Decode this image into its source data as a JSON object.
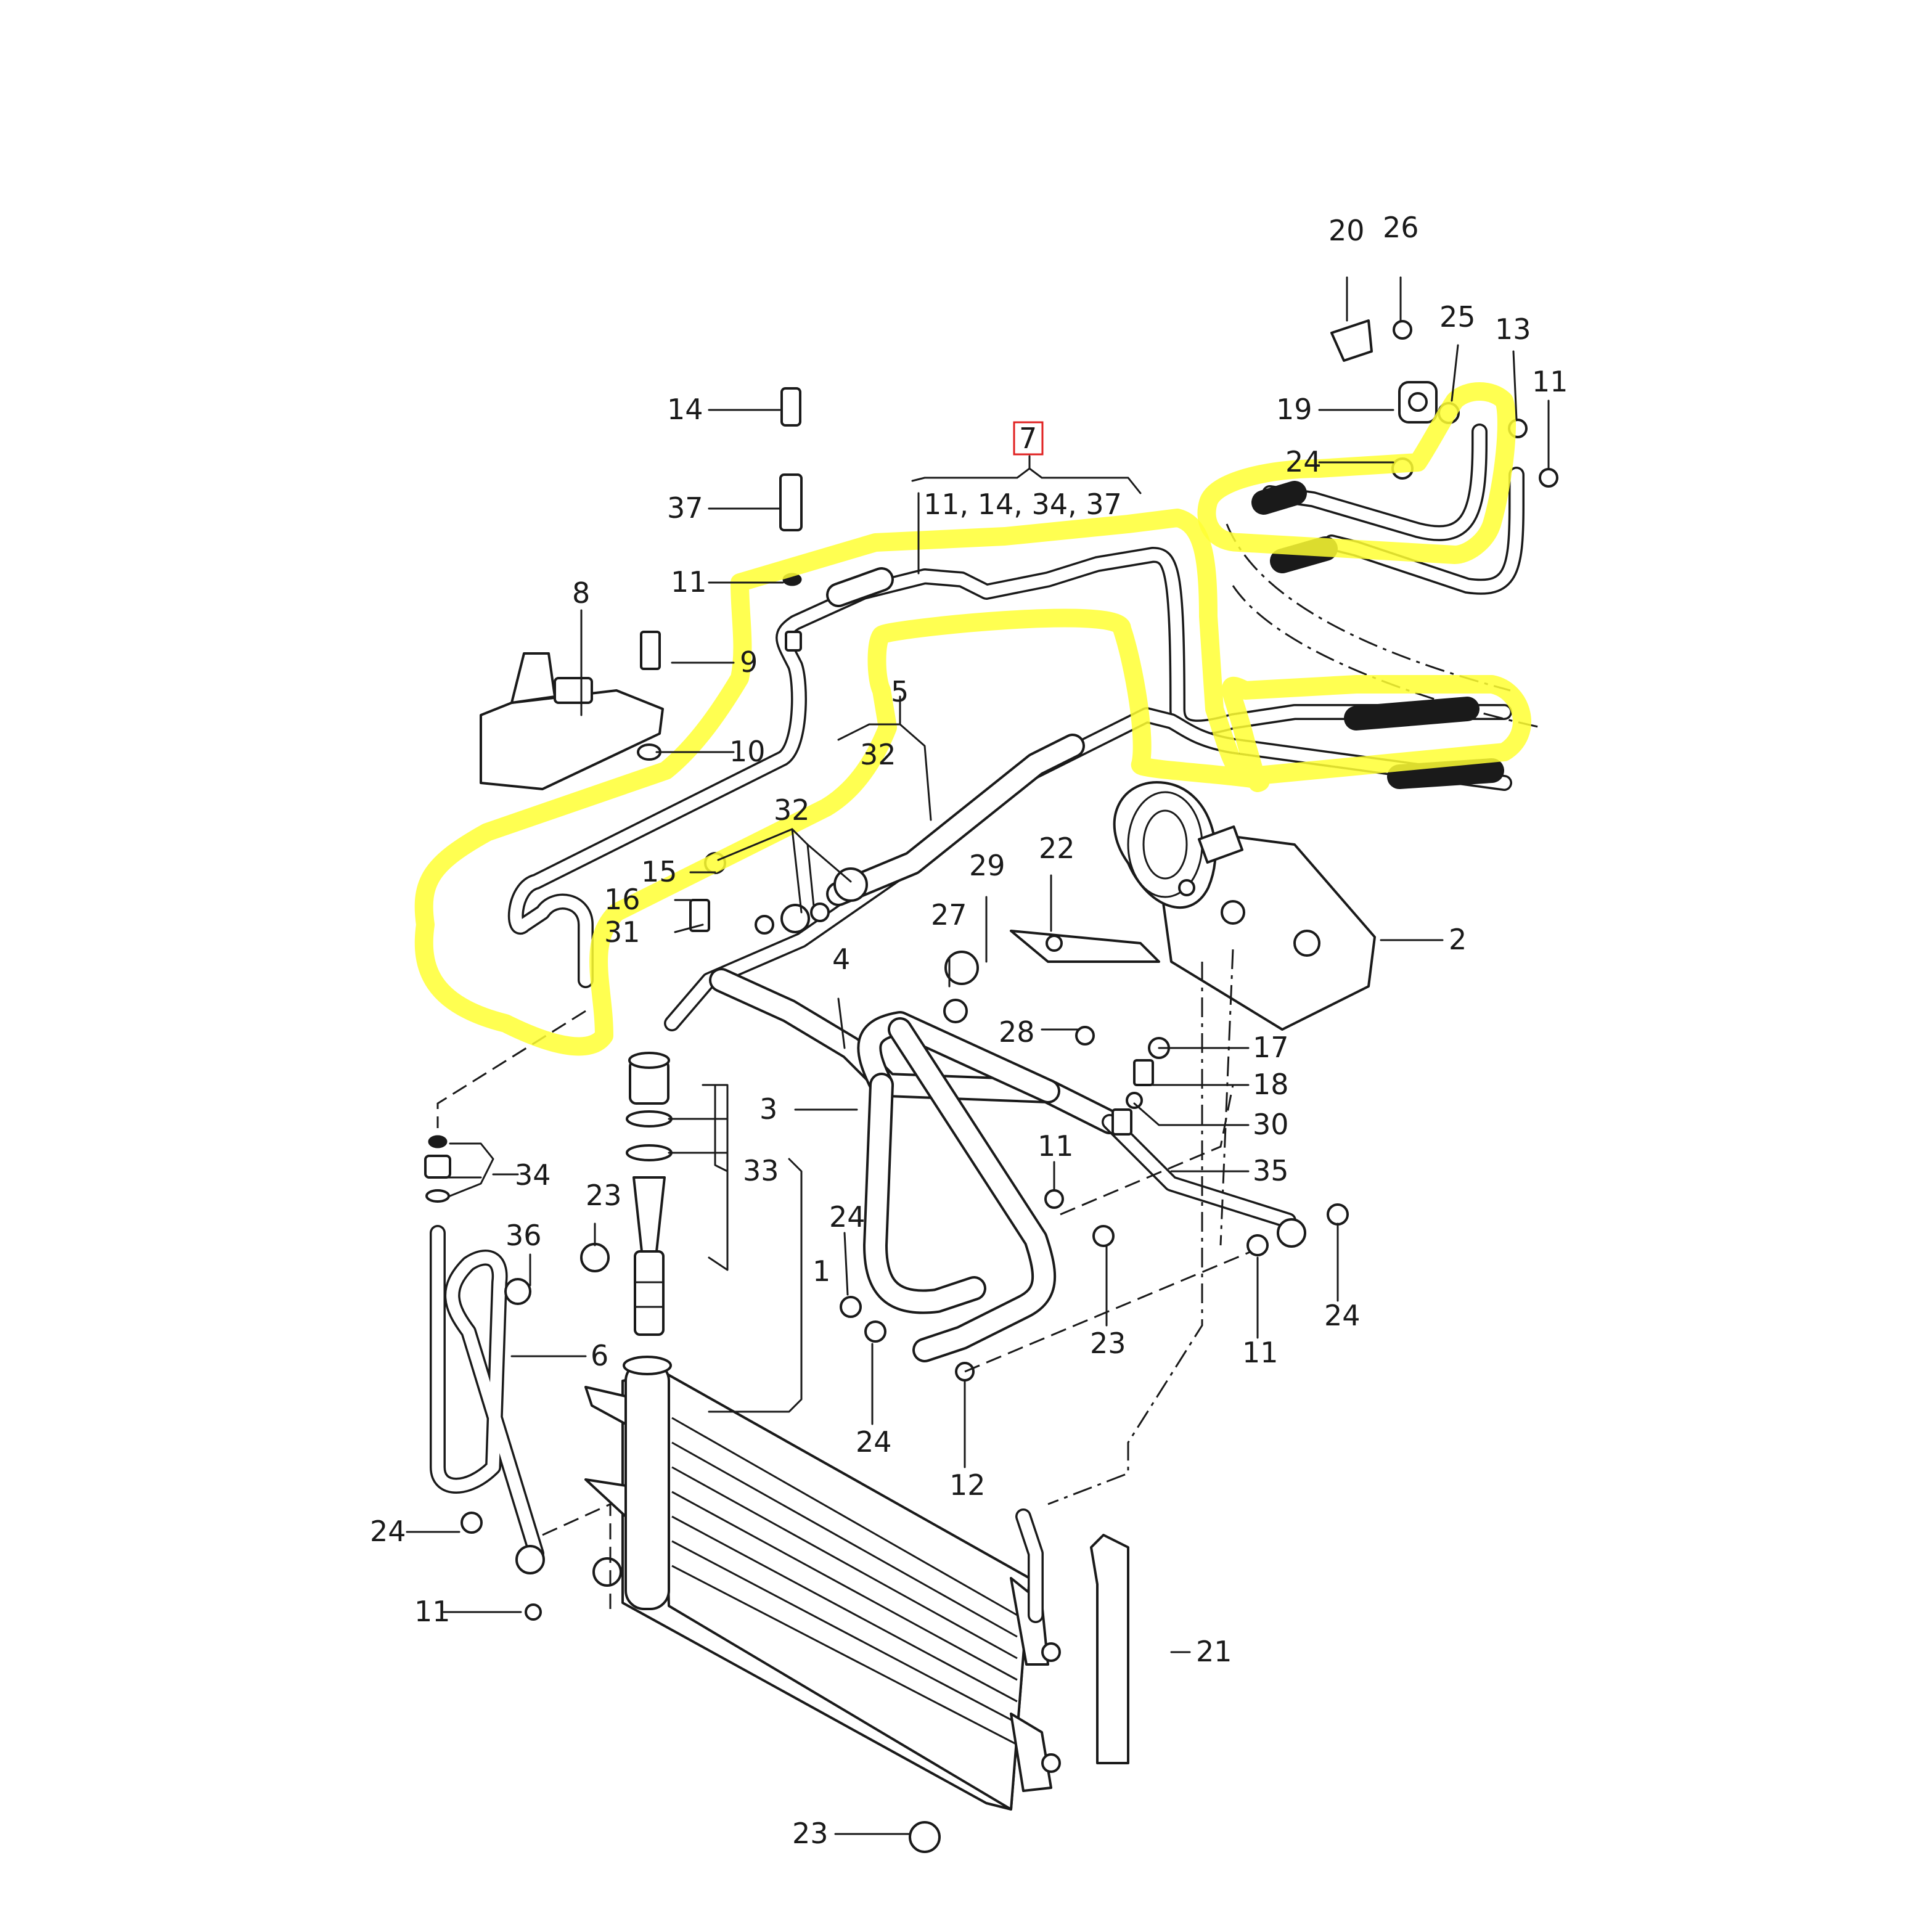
{
  "diagram": {
    "highlight_color": "#ffff33",
    "box_color": "#e02020",
    "boxed_label": "7",
    "group_label": "11, 14, 34, 37",
    "labels": {
      "l1": "1",
      "l2": "2",
      "l3": "3",
      "l4": "4",
      "l5": "5",
      "l6": "6",
      "l8": "8",
      "l9": "9",
      "l10": "10",
      "l11a": "11",
      "l11b": "11",
      "l11c": "11",
      "l11d": "11",
      "l11e": "11",
      "l12": "12",
      "l13": "13",
      "l14": "14",
      "l15": "15",
      "l16": "16",
      "l17": "17",
      "l18": "18",
      "l19": "19",
      "l20": "20",
      "l21": "21",
      "l22": "22",
      "l23a": "23",
      "l23b": "23",
      "l23c": "23",
      "l24a": "24",
      "l24b": "24",
      "l24c": "24",
      "l24d": "24",
      "l24e": "24",
      "l25": "25",
      "l26": "26",
      "l27": "27",
      "l28": "28",
      "l29": "29",
      "l30": "30",
      "l31": "31",
      "l32a": "32",
      "l32b": "32",
      "l33": "33",
      "l34": "34",
      "l35": "35",
      "l36": "36",
      "l37": "37"
    }
  }
}
